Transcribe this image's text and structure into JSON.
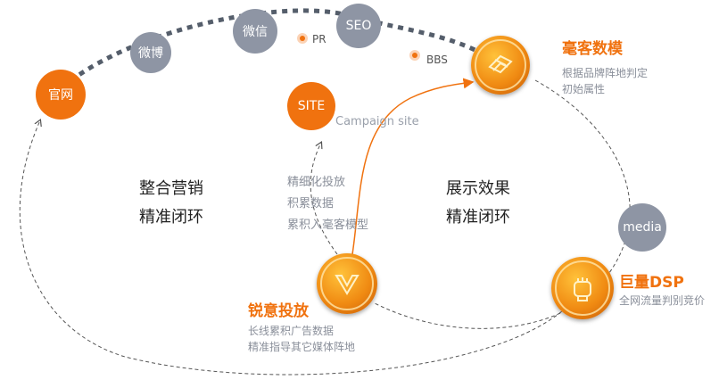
{
  "nodes": {
    "guanwang": "官网",
    "weibo": "微博",
    "weixin": "微信",
    "seo": "SEO",
    "site": "SITE",
    "media": "media"
  },
  "labels": {
    "pr": "PR",
    "bbs": "BBS",
    "campaign_site": "Campaign site"
  },
  "haoke": {
    "title": "毫客数模",
    "desc_line1": "根据品牌阵地判定",
    "desc_line2": "初始属性"
  },
  "juliang": {
    "title": "巨量DSP",
    "desc": "全网流量判别竞价"
  },
  "ruiyi": {
    "title": "锐意投放",
    "desc_line1": "长线累积广告数据",
    "desc_line2": "精准指导其它媒体阵地"
  },
  "center_list": {
    "line1": "精细化投放",
    "line2": "积累数据",
    "line3": "累积入毫客模型"
  },
  "left_block": {
    "line1": "整合营销",
    "line2": "精准闭环"
  },
  "right_block": {
    "line1": "展示效果",
    "line2": "精准闭环"
  },
  "colors": {
    "accent": "#f0720f",
    "node_gray": "#8e95a4",
    "text_gray": "#8a8f9a"
  }
}
